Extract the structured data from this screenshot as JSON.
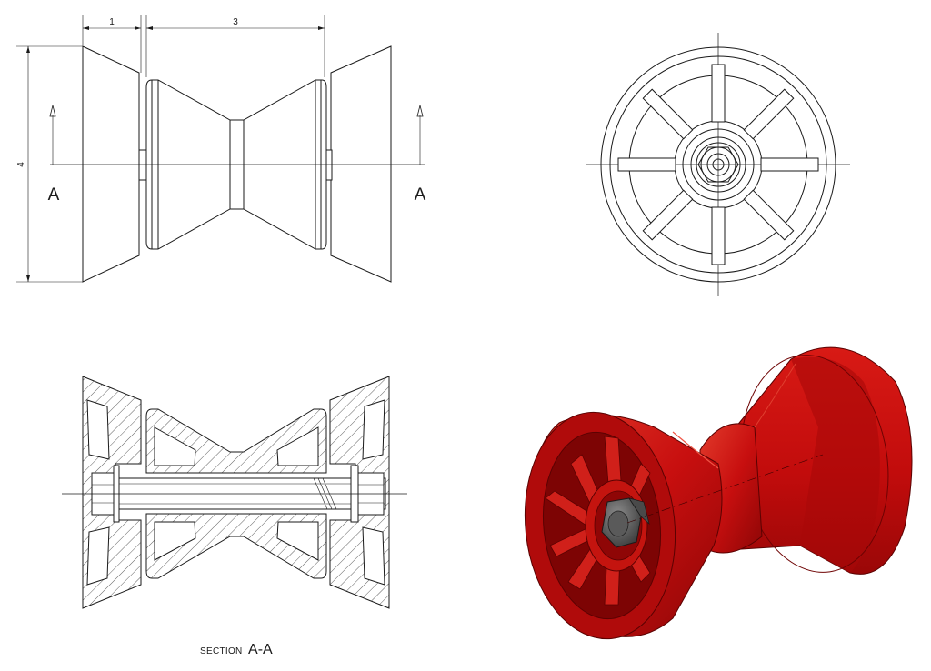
{
  "colors": {
    "line": "#1a1a1a",
    "render_red": "#d21010",
    "render_dark": "#8a0505",
    "render_light": "#e83a2a",
    "nut": "#6b6b6b"
  },
  "front_view": {
    "dim_width_left": "1",
    "dim_width_center": "3",
    "dim_height": "4",
    "section_left": "A",
    "section_right": "A"
  },
  "section_view": {
    "caption_small": "SECTION",
    "caption_big": "A-A"
  },
  "views": [
    "front-view",
    "end-view",
    "section-view",
    "isometric-render"
  ]
}
